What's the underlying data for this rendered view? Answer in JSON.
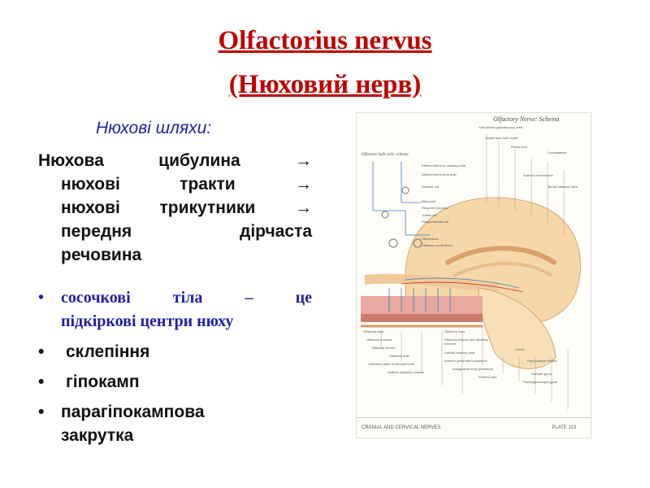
{
  "title": {
    "line1": "Olfactorius nervus",
    "line2": "(Нюховий нерв)"
  },
  "subtitle": "Нюхові шляхи:",
  "pathway": {
    "line1_a": "Нюхова",
    "line1_b": "цибулина",
    "line1_c": "→",
    "line2_a": "нюхові",
    "line2_b": "тракти",
    "line2_c": "→",
    "line3_a": "нюхові",
    "line3_b": "трикутники",
    "line3_c": "→",
    "line4_a": "передня",
    "line4_b": "дірчаста",
    "line5": "речовина"
  },
  "bullets": {
    "b1_a": "сосочкові",
    "b1_b": "тіла",
    "b1_c": "–",
    "b1_d": "це",
    "b1_line2": "підкіркові центри нюху",
    "b2": "склепіння",
    "b3": "гіпокамп",
    "b4_line1": "парагіпокампова",
    "b4_line2": "закрутка",
    "bullet_symbol": "•"
  },
  "figure": {
    "heading": "Olfactory Nerve: Schema",
    "inset_heading": "Olfactory bulb cells: schema",
    "footer_left": "CRANIAL AND CERVICAL NERVES",
    "footer_right": "PLATE 113",
    "labels_top": [
      "Subcallosal (parolfactory) area",
      "Septal area and nuclei",
      "Fibers from",
      "Contralateral",
      "Anterior commissure",
      "Medial olfactory stria"
    ],
    "labels_inset": [
      "Efferent fibers to olfactory bulb",
      "Afferent fibers from bulb",
      "Granule cell",
      "Mitral cell",
      "Recurrent process",
      "Tufted cell",
      "Periglomerular cell",
      "Glomerulus",
      "Olfactory nerve fibers"
    ],
    "labels_bottom": [
      "Olfactory cells",
      "Olfactory mucosa",
      "Olfactory nerves",
      "Olfactory bulb",
      "Cribriform plate of ethmoid bone",
      "Anterior olfactory nucleus",
      "Olfactory tract",
      "Olfactory trigone and olfactory tubercle",
      "Lateral olfactory stria",
      "Anterior perforated substance",
      "Amygdaloid body (phantom)",
      "Piriform lobe",
      "Uncus",
      "Hippocampal fimbria",
      "Dentate gyrus",
      "Parahippocampal gyrus"
    ]
  }
}
